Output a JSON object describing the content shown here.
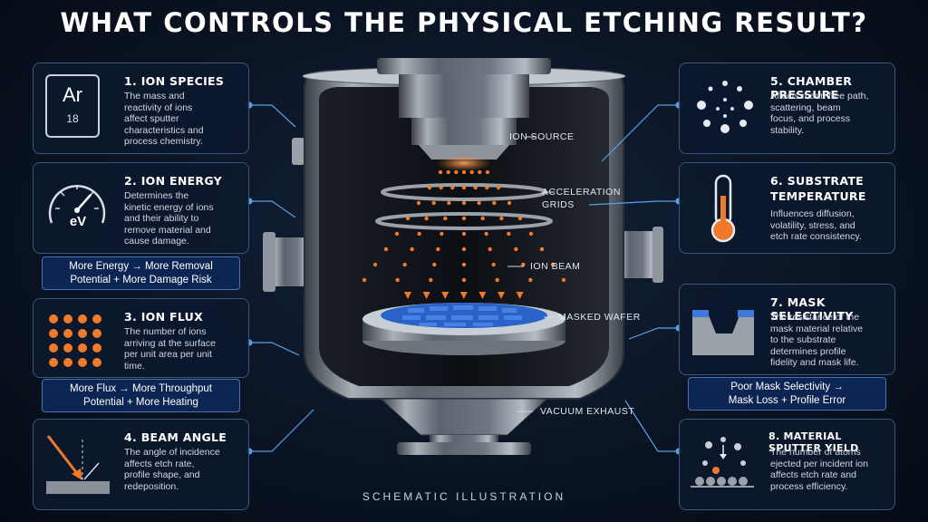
{
  "title": "WHAT CONTROLS THE PHYSICAL ETCHING RESULT?",
  "footer": "SCHEMATIC ILLUSTRATION",
  "element": {
    "symbol": "Ar",
    "number": "18"
  },
  "energy_unit": "eV",
  "cards": {
    "c1": {
      "title": "1. ION SPECIES",
      "desc": [
        "The mass and",
        "reactivity of ions",
        "affect sputter",
        "characteristics and",
        "process chemistry."
      ]
    },
    "c2": {
      "title": "2. ION ENERGY",
      "desc": [
        "Determines the",
        "kinetic energy of ions",
        "and their ability to",
        "remove material and",
        "cause damage."
      ]
    },
    "c3": {
      "title": "3. ION FLUX",
      "desc": [
        "The number of ions",
        "arriving at the surface",
        "per unit area per unit",
        "time."
      ]
    },
    "c4": {
      "title": "4. BEAM ANGLE",
      "desc": [
        "The angle of incidence",
        "affects etch rate,",
        "profile shape, and",
        "redeposition."
      ]
    },
    "c5": {
      "title": "5. CHAMBER PRESSURE",
      "desc": [
        "Affects mean free path,",
        "scattering, beam",
        "focus, and process",
        "stability."
      ]
    },
    "c6": {
      "title": [
        "6. SUBSTRATE",
        "TEMPERATURE"
      ],
      "desc": [
        "Influences diffusion,",
        "volatility, stress, and",
        "etch rate consistency."
      ]
    },
    "c7": {
      "title": "7. MASK SELECTIVITY",
      "desc": [
        "The resistance of the",
        "mask material relative",
        "to the substrate",
        "determines profile",
        "fidelity and mask life."
      ]
    },
    "c8": {
      "title": "8. MATERIAL SPUTTER YIELD",
      "desc": [
        "The number of atoms",
        "ejected per incident ion",
        "affects etch rate and",
        "process efficiency."
      ]
    }
  },
  "callouts": {
    "energy": [
      "More Energy → More Removal",
      "Potential + More Damage Risk"
    ],
    "flux": [
      "More Flux → More Throughput",
      "Potential + More Heating"
    ],
    "mask": [
      "Poor Mask Selectivity →",
      "Mask Loss + Profile Error"
    ]
  },
  "labels": {
    "ion_source": "ION SOURCE",
    "grids": [
      "ACCELERATION",
      "GRIDS"
    ],
    "ion_beam": "ION BEAM",
    "wafer": "MASKED WAFER",
    "exhaust": "VACUUM EXHAUST"
  },
  "colors": {
    "accent": "#f07a2a",
    "callout_bg": "#0d2552",
    "card_border": "#3b5678",
    "wafer_blue": "#2a63c8"
  }
}
